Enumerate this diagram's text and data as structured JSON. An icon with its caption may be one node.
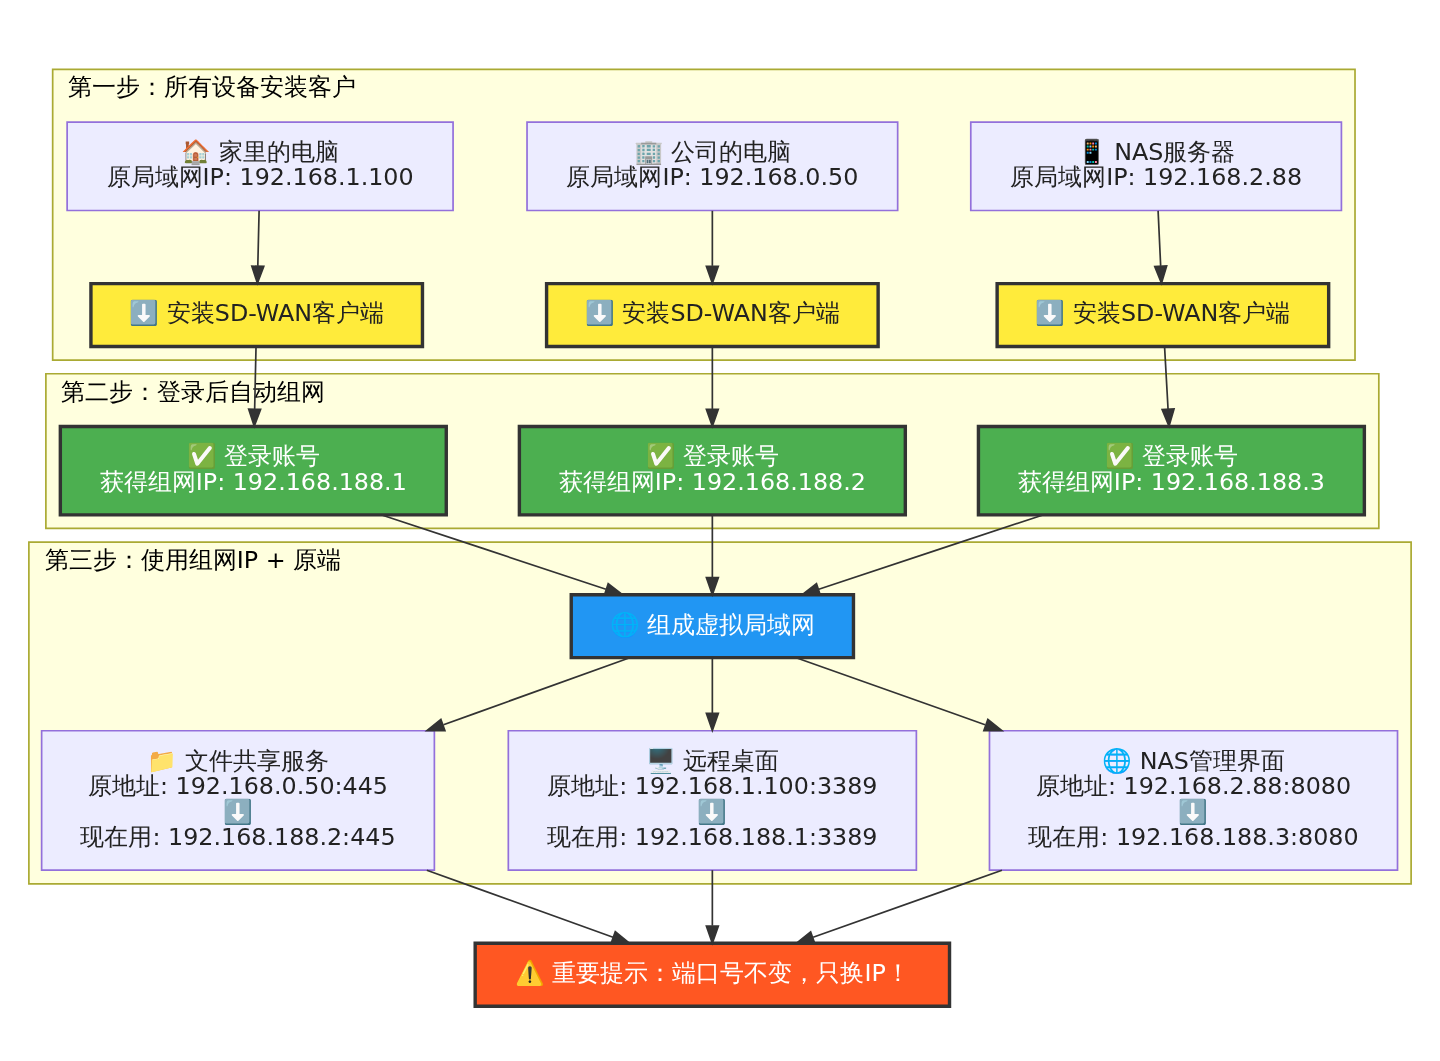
{
  "diagram": {
    "nodes": [
      {
        "text": [
          "第一步：所有设备安装客户"
        ]
      },
      {
        "text": [
          "🏠 家里的电脑",
          "原局域网IP: 192.168.1.100"
        ],
        "in": 0
      },
      {
        "text": [
          "🏢 公司的电脑",
          "原局域网IP: 192.168.0.50"
        ],
        "in": 0
      },
      {
        "text": [
          "📱 NAS服务器",
          "原局域网IP: 192.168.2.88"
        ],
        "in": 0
      },
      {
        "text": [
          "⬇️ 安装SD-WAN客户端"
        ],
        "in": 0
      },
      {
        "text": [
          "⬇️ 安装SD-WAN客户端"
        ],
        "in": 0
      },
      {
        "text": [
          "⬇️ 安装SD-WAN客户端"
        ],
        "in": 0
      },
      {
        "text": [
          "第二步：登录后自动组网"
        ]
      },
      {
        "text": [
          "✅ 登录账号",
          "获得组网IP: 192.168.188.1"
        ],
        "in": 7
      },
      {
        "text": [
          "✅ 登录账号",
          "获得组网IP: 192.168.188.2"
        ],
        "in": 7
      },
      {
        "text": [
          "✅ 登录账号",
          "获得组网IP: 192.168.188.3"
        ],
        "in": 7
      },
      {
        "text": [
          "第三步：使用组网IP + 原端"
        ]
      },
      {
        "text": [
          "🌐 组成虚拟局域网"
        ],
        "in": 11
      },
      {
        "text": [
          "📁 文件共享服务",
          "原地址: 192.168.0.50:445",
          "⬇️",
          "现在用: 192.168.188.2:445"
        ],
        "in": 11
      },
      {
        "text": [
          "🖥️ 远程桌面",
          "原地址: 192.168.1.100:3389",
          "⬇️",
          "现在用: 192.168.188.1:3389"
        ],
        "in": 11
      },
      {
        "text": [
          "🌐 NAS管理界面",
          "原地址: 192.168.2.88:8080",
          "⬇️",
          "现在用: 192.168.188.3:8080"
        ],
        "in": 11
      },
      {
        "text": [
          "⚠️ 重要提示：端口号不变，只换IP！"
        ]
      }
    ],
    "edges": [
      {
        "from": 1,
        "to": 4,
        "arrow": "to"
      },
      {
        "from": 2,
        "to": 5,
        "arrow": "to"
      },
      {
        "from": 3,
        "to": 6,
        "arrow": "to"
      },
      {
        "from": 4,
        "to": 8,
        "arrow": "to"
      },
      {
        "from": 5,
        "to": 9,
        "arrow": "to"
      },
      {
        "from": 6,
        "to": 10,
        "arrow": "to"
      },
      {
        "from": 8,
        "to": 12,
        "arrow": "to"
      },
      {
        "from": 9,
        "to": 12,
        "arrow": "to"
      },
      {
        "from": 10,
        "to": 12,
        "arrow": "to"
      },
      {
        "from": 12,
        "to": 13,
        "arrow": "to"
      },
      {
        "from": 12,
        "to": 14,
        "arrow": "to"
      },
      {
        "from": 12,
        "to": 15,
        "arrow": "to"
      },
      {
        "from": 13,
        "to": 16,
        "arrow": "to"
      },
      {
        "from": 14,
        "to": 16,
        "arrow": "to"
      },
      {
        "from": 15,
        "to": 16,
        "arrow": "to"
      }
    ]
  }
}
